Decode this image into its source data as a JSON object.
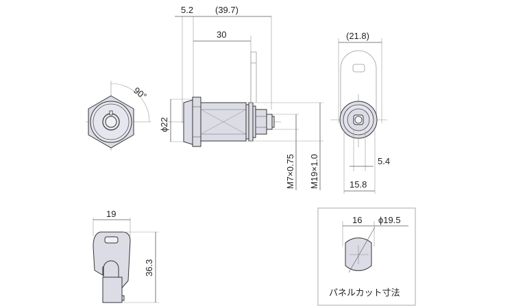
{
  "drawing": {
    "subject": "cam lock technical drawing",
    "front_view": {
      "angle_label": "90°"
    },
    "side_view": {
      "dim_flange": "5.2",
      "dim_overall": "(39.7)",
      "dim_body": "30",
      "dim_diameter": "ϕ22",
      "thread_small": "M7×0.75",
      "thread_large": "M19×1.0"
    },
    "rear_view": {
      "dim_cam_width": "(21.8)",
      "dim_shaft": "5.4",
      "dim_flat": "15.8"
    },
    "key_view": {
      "dim_width": "19",
      "dim_height": "36.3"
    },
    "panel_cut": {
      "dim_flat": "16",
      "dim_diameter": "ϕ19.5",
      "caption": "パネルカット寸法"
    }
  },
  "colors": {
    "part_fill": "#dcdce6",
    "outline": "#333333",
    "dimension_line": "#555555"
  }
}
